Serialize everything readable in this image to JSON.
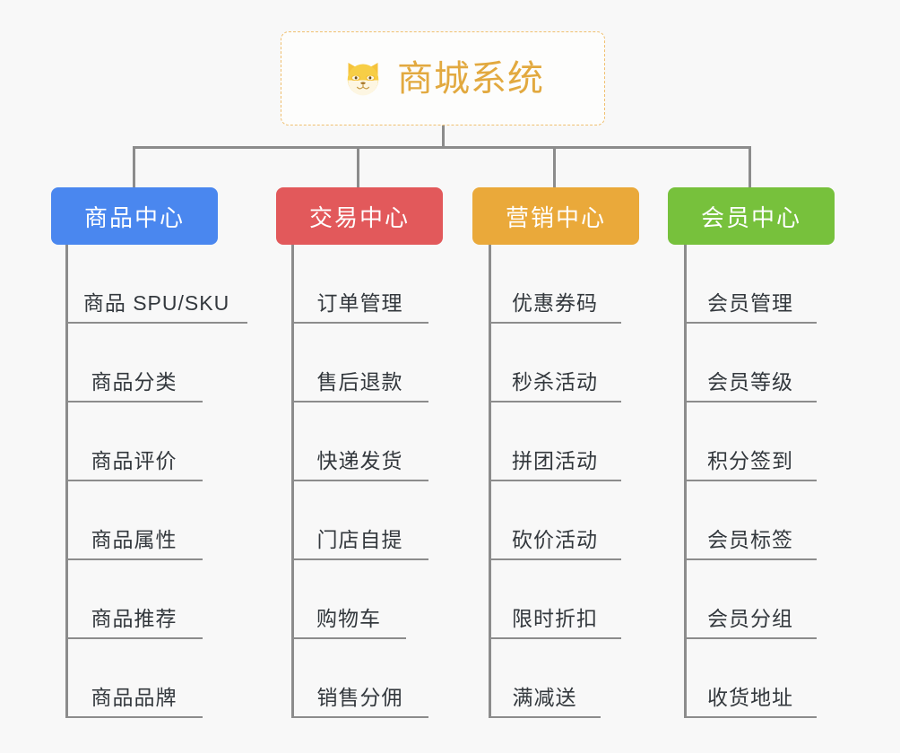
{
  "root": {
    "title": "商城系统",
    "icon": "shiba-dog-face-icon",
    "border_color": "#f0c070",
    "text_color": "#e2a93f",
    "background": "#fdfdfc"
  },
  "canvas": {
    "background": "#f8f8f8",
    "connector_color": "#8c8c8c"
  },
  "branches": [
    {
      "title": "商品中心",
      "color": "#4a87ef",
      "items": [
        "商品 SPU/SKU",
        "商品分类",
        "商品评价",
        "商品属性",
        "商品推荐",
        "商品品牌"
      ]
    },
    {
      "title": "交易中心",
      "color": "#e2595b",
      "items": [
        "订单管理",
        "售后退款",
        "快递发货",
        "门店自提",
        "购物车",
        "销售分佣"
      ]
    },
    {
      "title": "营销中心",
      "color": "#eaa93a",
      "items": [
        "优惠券码",
        "秒杀活动",
        "拼团活动",
        "砍价活动",
        "限时折扣",
        "满减送"
      ]
    },
    {
      "title": "会员中心",
      "color": "#77c13c",
      "items": [
        "会员管理",
        "会员等级",
        "积分签到",
        "会员标签",
        "会员分组",
        "收货地址"
      ]
    }
  ]
}
